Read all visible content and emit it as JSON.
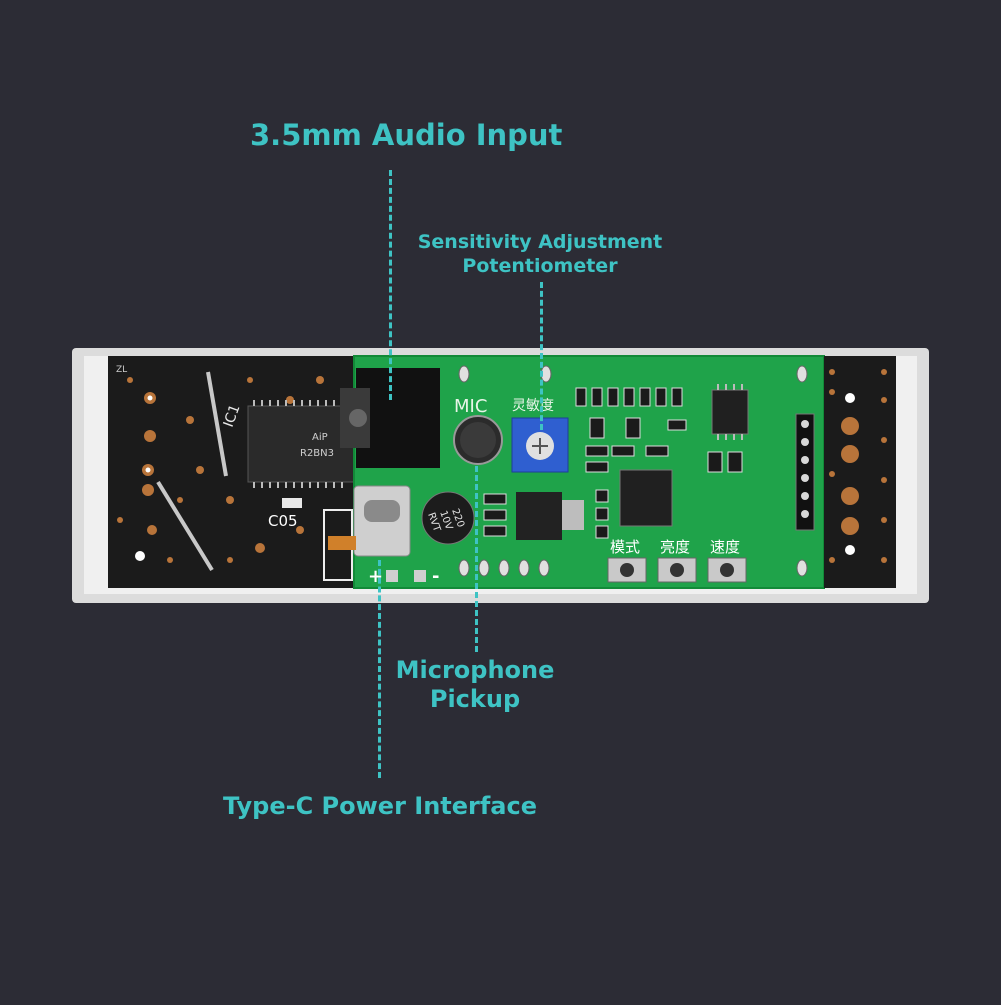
{
  "callouts": {
    "audio_input": "3.5mm Audio Input",
    "sensitivity_line1": "Sensitivity Adjustment",
    "sensitivity_line2": "Potentiometer",
    "microphone_line1": "Microphone",
    "microphone_line2": "Pickup",
    "type_c": "Type-C Power Interface"
  },
  "board": {
    "chip_ic1": "IC1",
    "chip_c05": "C05",
    "chip_marking_1": "AiP",
    "chip_marking_2": "R2BN3",
    "mic_label": "MIC",
    "sensitivity_cn": "灵敏度",
    "capacitor_line1": "220",
    "capacitor_line2": "10V",
    "capacitor_line3": "RVT",
    "button_mode": "模式",
    "button_brightness": "亮度",
    "button_speed": "速度",
    "corner_label": "ZL",
    "plus": "+",
    "minus": "-"
  },
  "colors": {
    "background": "#2c2c35",
    "accent": "#3ec3c4",
    "pcb_green": "#1fa34a",
    "pcb_dark": "#1a1a1a",
    "enclosure": "#e6e6e6"
  }
}
